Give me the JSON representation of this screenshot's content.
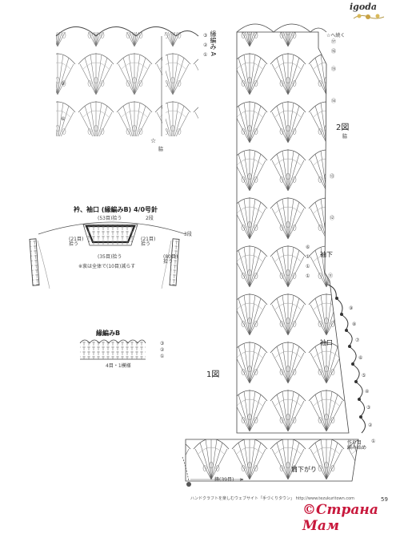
{
  "header": {
    "brand": "igoda"
  },
  "panel_a": {
    "title": "緣編み A",
    "rows": [
      "③",
      "②",
      "①"
    ],
    "left_markers": [
      "⑨",
      "⑥"
    ],
    "star_label": "☆",
    "bottom_label": "脇"
  },
  "neck": {
    "title": "衿、袖口 (緣編みB) 4/0号針",
    "top_count": "(53目)拾う",
    "left_count": "(21目)\n拾う",
    "right_count": "(21目)\n拾う",
    "bottom_count": "(35目)拾う",
    "note": "※衮は全体で(10目)減らす",
    "side_label": "(80目)\n拾う",
    "rounds_label": "2段",
    "rounds_label_right": "3段"
  },
  "panel_b": {
    "title": "緣編みB",
    "rows": [
      "③",
      "②",
      "①"
    ],
    "repeat_note": "4目・1模様"
  },
  "main": {
    "continue_label": "☆へ続く",
    "fig2": "2図",
    "fig2_sub": "脇",
    "fig1": "1図",
    "sleeve_dec": "袖下",
    "cuff": "袖口",
    "start_label": "作り目\n編み始め",
    "shoulder_label": "肩下がり",
    "chain_count": "鋒(39目)",
    "right_markers": [
      "①",
      "②",
      "③",
      "④",
      "⑤",
      "⑥",
      "⑦",
      "⑧",
      "⑨",
      "⑪",
      "⑫",
      "⑬",
      "⑭",
      "⑮",
      "⑯",
      "⑰"
    ],
    "side_marks": [
      "⑥",
      "①",
      "①",
      "①"
    ]
  },
  "footer": {
    "credit": "ハンドクラフトを楽しむウェブサイト「手づくりタウン」 http://www.tezukuritown.com",
    "page": "59"
  },
  "watermark": {
    "text": "©Страна Мам"
  }
}
